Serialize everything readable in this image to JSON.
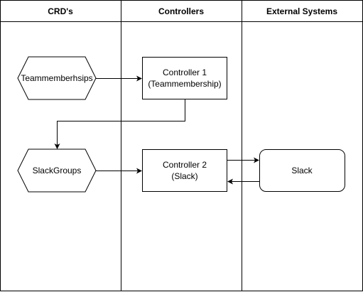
{
  "lanes": {
    "crds": "CRD's",
    "controllers": "Controllers",
    "external": "External Systems"
  },
  "nodes": {
    "teammemberships": "Teammemberhsips",
    "slackgroups": "SlackGroups",
    "controller1_line1": "Controller 1",
    "controller1_line2": "(Teammembership)",
    "controller2_line1": "Controller 2",
    "controller2_line2": "(Slack)",
    "slack": "Slack"
  },
  "colors": {
    "stroke": "#000000",
    "background": "#ffffff"
  }
}
